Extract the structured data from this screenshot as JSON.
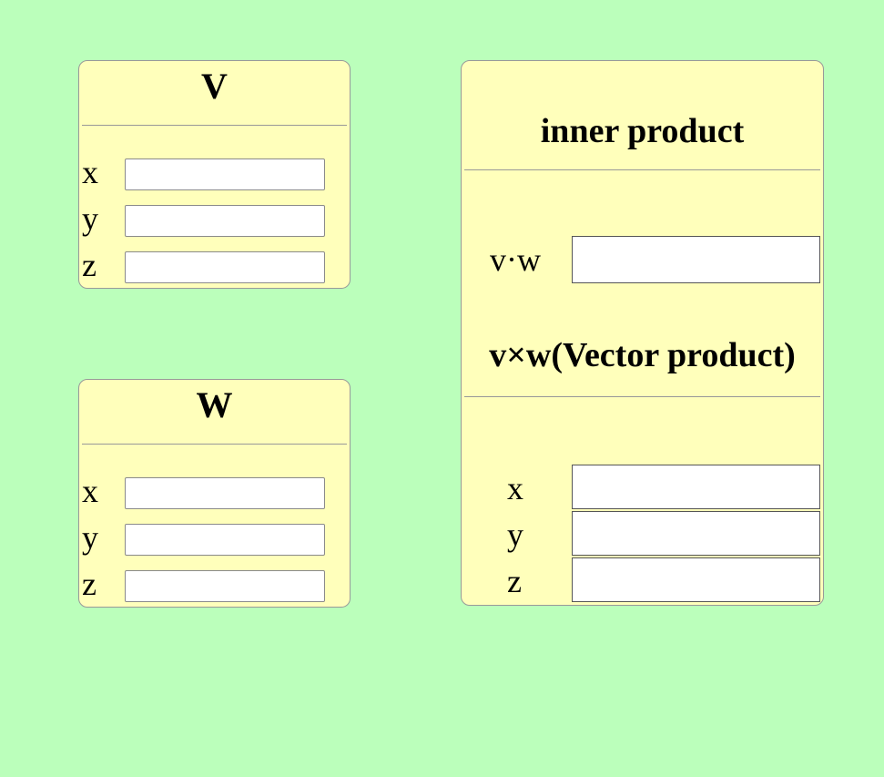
{
  "v": {
    "title": "V",
    "fields": [
      {
        "label": "x",
        "value": ""
      },
      {
        "label": "y",
        "value": ""
      },
      {
        "label": "z",
        "value": ""
      }
    ]
  },
  "w": {
    "title": "W",
    "fields": [
      {
        "label": "x",
        "value": ""
      },
      {
        "label": "y",
        "value": ""
      },
      {
        "label": "z",
        "value": ""
      }
    ]
  },
  "inner_product": {
    "title": "inner product",
    "label": "v·w",
    "value": ""
  },
  "vector_product": {
    "title": "v×w(Vector product)",
    "fields": [
      {
        "label": "x",
        "value": ""
      },
      {
        "label": "y",
        "value": ""
      },
      {
        "label": "z",
        "value": ""
      }
    ]
  },
  "colors": {
    "background": "#bbffbb",
    "panel": "#ffffbb",
    "border": "#999999"
  }
}
